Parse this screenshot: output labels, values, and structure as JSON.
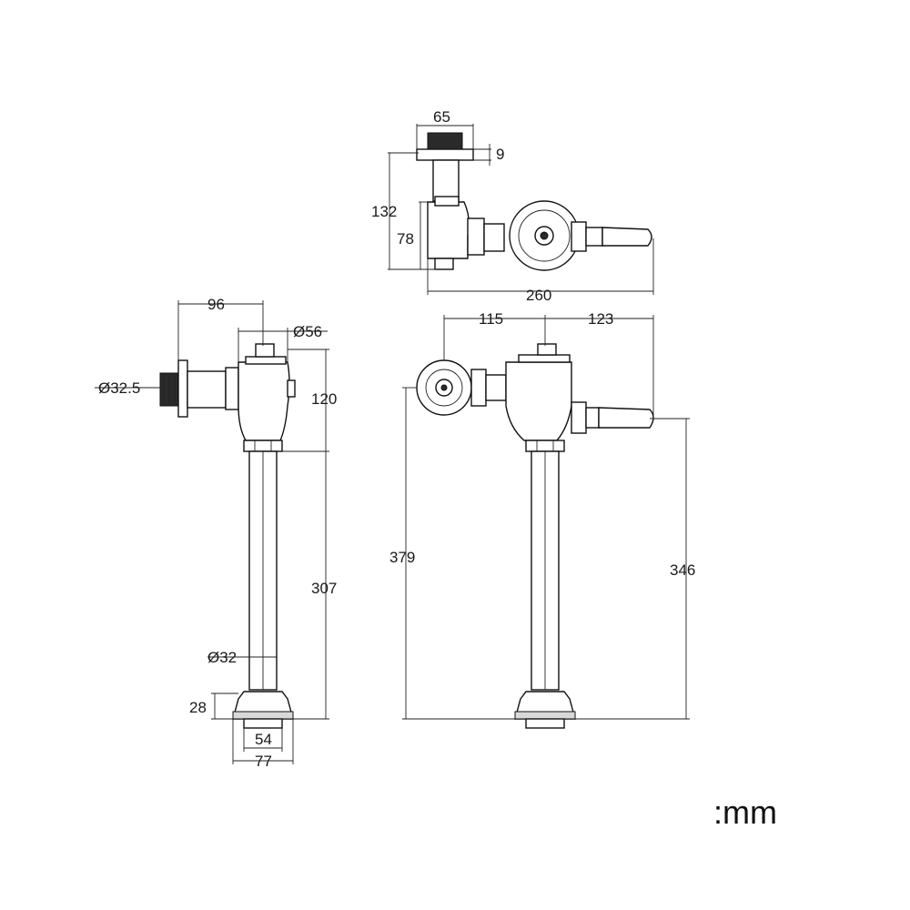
{
  "unit_label": ":mm",
  "top_view": {
    "width_flange": "65",
    "flange_thickness": "9",
    "depth_total": "132",
    "depth_body": "78",
    "length_total": "260"
  },
  "side_view": {
    "inlet_offset": "96",
    "body_diameter": "Ø56",
    "inlet_diameter": "Ø32.5",
    "body_height": "120",
    "tube_length": "307",
    "tube_diameter": "Ø32",
    "nut_height": "28",
    "outlet_inner": "54",
    "outlet_outer": "77"
  },
  "front_view": {
    "left_extent": "115",
    "right_extent": "123",
    "inlet_height": "379",
    "handle_height": "346"
  }
}
